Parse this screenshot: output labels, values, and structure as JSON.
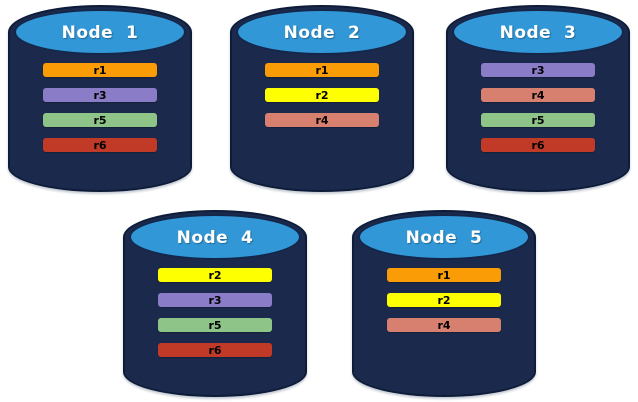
{
  "diagram": {
    "description": "Database replica placement across five nodes",
    "nodes": [
      {
        "label": "Node  1",
        "replicas": [
          {
            "id": "r1",
            "color": "#F99C05"
          },
          {
            "id": "r3",
            "color": "#8B7CC7"
          },
          {
            "id": "r5",
            "color": "#8FC489"
          },
          {
            "id": "r6",
            "color": "#C13A28"
          }
        ]
      },
      {
        "label": "Node  2",
        "replicas": [
          {
            "id": "r1",
            "color": "#F99C05"
          },
          {
            "id": "r2",
            "color": "#FEFF00"
          },
          {
            "id": "r4",
            "color": "#D8806F"
          }
        ]
      },
      {
        "label": "Node  3",
        "replicas": [
          {
            "id": "r3",
            "color": "#8B7CC7"
          },
          {
            "id": "r4",
            "color": "#D8806F"
          },
          {
            "id": "r5",
            "color": "#8FC489"
          },
          {
            "id": "r6",
            "color": "#C13A28"
          }
        ]
      },
      {
        "label": "Node  4",
        "replicas": [
          {
            "id": "r2",
            "color": "#FEFF00"
          },
          {
            "id": "r3",
            "color": "#8B7CC7"
          },
          {
            "id": "r5",
            "color": "#8FC489"
          },
          {
            "id": "r6",
            "color": "#C13A28"
          }
        ]
      },
      {
        "label": "Node  5",
        "replicas": [
          {
            "id": "r1",
            "color": "#F99C05"
          },
          {
            "id": "r2",
            "color": "#FEFF00"
          },
          {
            "id": "r4",
            "color": "#D8806F"
          }
        ]
      }
    ],
    "colors": {
      "cylinder_body": "#1B2A4C",
      "cylinder_outline": "#0E1C3A",
      "cylinder_top": "#3197D6",
      "title_text": "#FFFFFF",
      "bar_text": "#000000",
      "replica_r1": "#F99C05",
      "replica_r2": "#FEFF00",
      "replica_r3": "#8B7CC7",
      "replica_r4": "#D8806F",
      "replica_r5": "#8FC489",
      "replica_r6": "#C13A28"
    }
  }
}
